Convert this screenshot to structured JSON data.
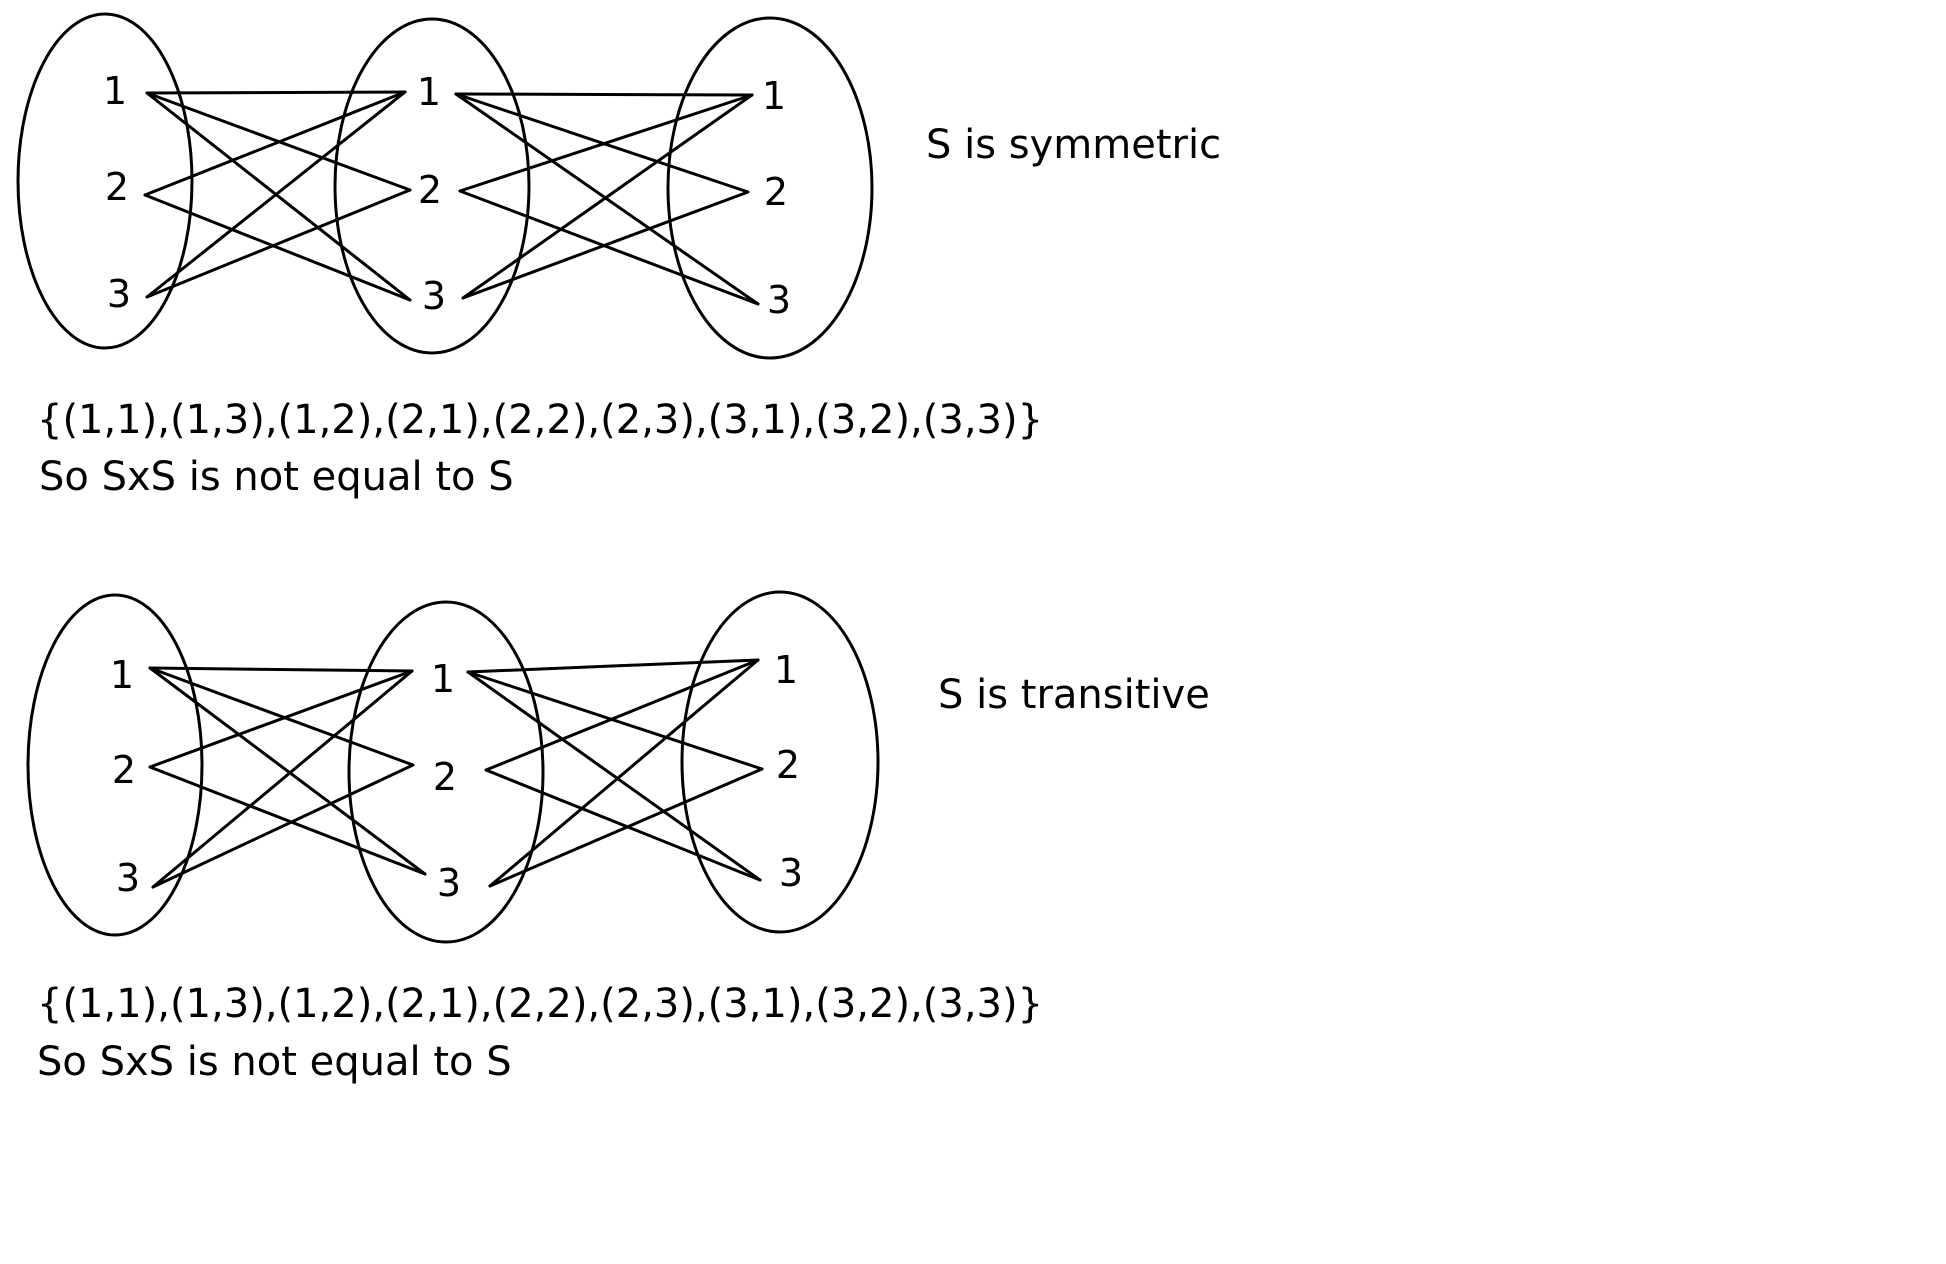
{
  "diagrams": [
    {
      "id": "symmetric",
      "caption": "S is symmetric",
      "columns": [
        [
          "1",
          "2",
          "3"
        ],
        [
          "1",
          "2",
          "3"
        ],
        [
          "1",
          "2",
          "3"
        ]
      ],
      "relation_text": "{(1,1),(1,3),(1,2),(2,1),(2,2),(2,3),(3,1),(3,2),(3,3)}",
      "conclusion_text": "So SxS is not equal to S",
      "edges_left": [
        [
          "1",
          "1"
        ],
        [
          "1",
          "2"
        ],
        [
          "1",
          "3"
        ],
        [
          "2",
          "1"
        ],
        [
          "2",
          "3"
        ],
        [
          "3",
          "1"
        ],
        [
          "3",
          "2"
        ]
      ],
      "edges_right": [
        [
          "1",
          "1"
        ],
        [
          "1",
          "2"
        ],
        [
          "1",
          "3"
        ],
        [
          "2",
          "1"
        ],
        [
          "2",
          "3"
        ],
        [
          "3",
          "1"
        ],
        [
          "3",
          "2"
        ]
      ]
    },
    {
      "id": "transitive",
      "caption": "S is transitive",
      "columns": [
        [
          "1",
          "2",
          "3"
        ],
        [
          "1",
          "2",
          "3"
        ],
        [
          "1",
          "2",
          "3"
        ]
      ],
      "relation_text": "{(1,1),(1,3),(1,2),(2,1),(2,2),(2,3),(3,1),(3,2),(3,3)}",
      "conclusion_text": "So SxS is not equal to S",
      "edges_left": [
        [
          "1",
          "1"
        ],
        [
          "1",
          "2"
        ],
        [
          "1",
          "3"
        ],
        [
          "2",
          "1"
        ],
        [
          "2",
          "3"
        ],
        [
          "3",
          "1"
        ],
        [
          "3",
          "2"
        ]
      ],
      "edges_right": [
        [
          "1",
          "1"
        ],
        [
          "1",
          "2"
        ],
        [
          "1",
          "3"
        ],
        [
          "2",
          "1"
        ],
        [
          "2",
          "3"
        ],
        [
          "3",
          "1"
        ],
        [
          "3",
          "2"
        ]
      ]
    }
  ]
}
